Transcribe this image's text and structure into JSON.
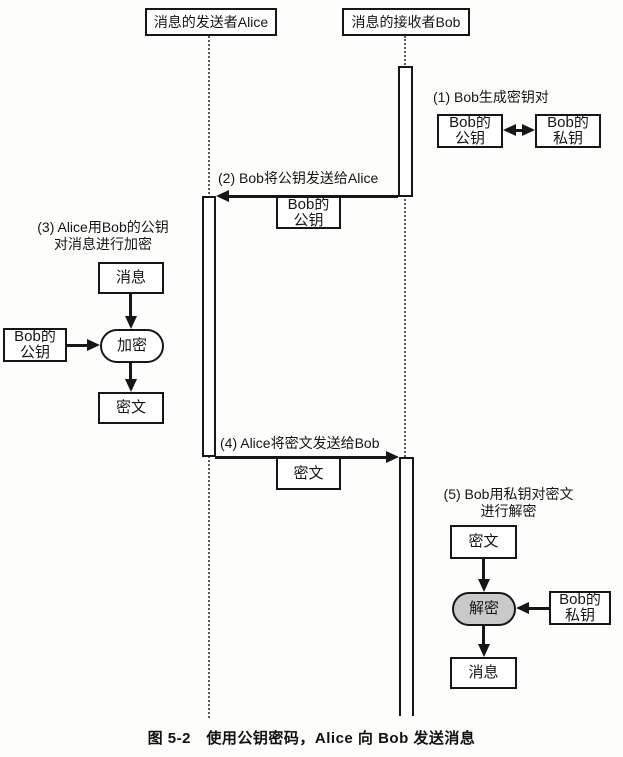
{
  "actors": {
    "sender": "消息的发送者Alice",
    "receiver": "消息的接收者Bob"
  },
  "steps": {
    "s1": {
      "label": "(1) Bob生成密钥对",
      "public_key": "Bob的\n公钥",
      "private_key": "Bob的\n私钥"
    },
    "s2": {
      "label": "(2) Bob将公钥发送给Alice",
      "payload": "Bob的\n公钥"
    },
    "s3": {
      "label": "(3) Alice用Bob的公钥\n对消息进行加密",
      "input": "消息",
      "operation": "加密",
      "key": "Bob的\n公钥",
      "output": "密文"
    },
    "s4": {
      "label": "(4) Alice将密文发送给Bob",
      "payload": "密文"
    },
    "s5": {
      "label": "(5) Bob用私钥对密文\n进行解密",
      "input": "密文",
      "operation": "解密",
      "key": "Bob的\n私钥",
      "output": "消息"
    }
  },
  "caption": "图 5-2　使用公钥密码，Alice 向 Bob 发送消息",
  "colors": {
    "ink": "#161616",
    "decrypt_fill": "#c9c9c9",
    "paper": "#fdfdfc"
  }
}
